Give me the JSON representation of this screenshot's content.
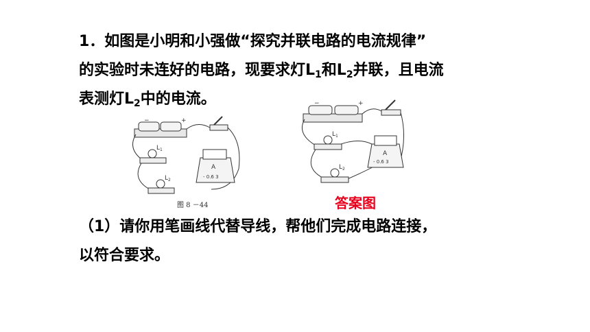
{
  "problem": {
    "line1": "1．如图是小明和小强做“探究并联电路的电流规律”",
    "line2_a": "的实验时未连好的电路，现要求灯L",
    "line2_sub1": "1",
    "line2_b": "和L",
    "line2_sub2": "2",
    "line2_c": "并联，且电流",
    "line3_a": "表测灯L",
    "line3_sub": "2",
    "line3_b": "中的电流。"
  },
  "question1": {
    "line1": "（1）请你用笔画线代替导线，帮他们完成电路连接，",
    "line2": "以符合要求。"
  },
  "figure_left": {
    "caption": "图 8 －44",
    "label_minus": "−",
    "label_plus": "+",
    "lamp1": "L",
    "lamp1_sub": "1",
    "lamp2": "L",
    "lamp2_sub": "2",
    "meter_symbol": "A",
    "meter_terminals": "- 0.6 3"
  },
  "figure_right": {
    "label_minus": "−",
    "label_plus": "+",
    "lamp1": "L",
    "lamp1_sub": "1",
    "lamp2": "L",
    "lamp2_sub": "2",
    "meter_symbol": "A",
    "meter_terminals": "- 0.6 3"
  },
  "answer_label": "答案图",
  "colors": {
    "answer": "#e8001c",
    "text": "#000000"
  }
}
